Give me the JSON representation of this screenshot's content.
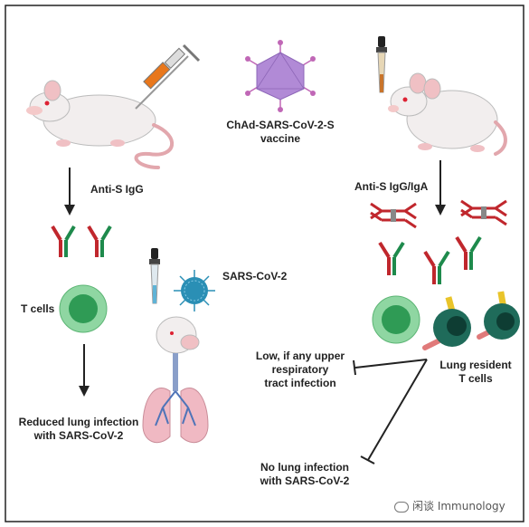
{
  "vaccine": {
    "line1": "ChAd-SARS-CoV-2-S",
    "line2": "vaccine"
  },
  "left": {
    "antibody_label": "Anti-S IgG",
    "tcell_label": "T cells",
    "outcome_line1": "Reduced lung infection",
    "outcome_line2": "with SARS-CoV-2"
  },
  "virus": {
    "label": "SARS-CoV-2"
  },
  "right": {
    "antibody_label": "Anti-S IgG/IgA",
    "trm_line1": "Lung resident",
    "trm_line2": "T cells",
    "upper_line1": "Low, if any upper",
    "upper_line2": "respiratory",
    "upper_line3": "tract infection",
    "lung_line1": "No lung infection",
    "lung_line2": "with SARS-CoV-2"
  },
  "watermark": {
    "text": "闲谈 Immunology"
  },
  "colors": {
    "igg_red": "#c0272d",
    "igg_green": "#1e8a4c",
    "tcell": "#3bb26b",
    "trm": "#1f6b5a",
    "virus": "#2a8fb5",
    "vaccine": "#b18ad6"
  }
}
